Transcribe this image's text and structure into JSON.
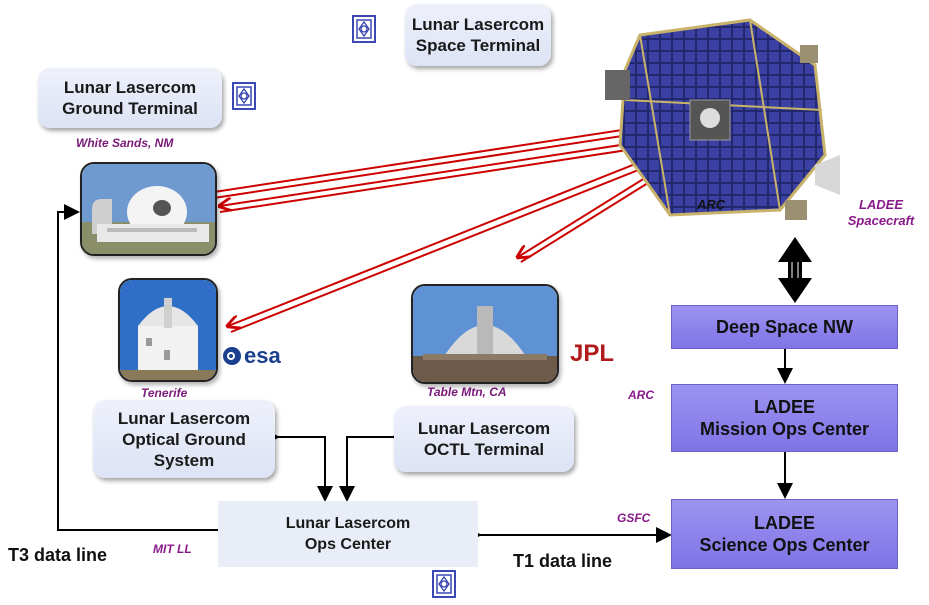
{
  "terminals": {
    "space_terminal": "Lunar Lasercom\nSpace Terminal",
    "ground_terminal": "Lunar Lasercom\nGround Terminal",
    "optical_ground_system": "Lunar Lasercom\nOptical Ground\nSystem",
    "octl_terminal": "Lunar Lasercom\nOCTL Terminal",
    "ops_center": "Lunar Lasercom\nOps Center"
  },
  "sites": {
    "white_sands": "White Sands, NM",
    "tenerife": "Tenerife",
    "table_mtn": "Table Mtn, CA",
    "arc_spacecraft": "ARC",
    "ladee_spacecraft": "LADEE\nSpacecraft",
    "arc_mission": "ARC",
    "gsfc": "GSFC",
    "mit_ll": "MIT LL"
  },
  "ladee": {
    "deep_space": "Deep Space NW",
    "mission_ops": "LADEE\nMission Ops Center",
    "science_ops": "LADEE\nScience Ops Center"
  },
  "logos": {
    "esa": "esa",
    "jpl": "JPL"
  },
  "data_lines": {
    "t3": "T3 data line",
    "t1": "T1 data line"
  },
  "colors": {
    "laser_red": "#cc0000",
    "ladee_box": "#8c82ec",
    "site_label": "#7a1a7a",
    "jpl_red": "#b01c1c",
    "esa_blue": "#1b3f8f"
  }
}
